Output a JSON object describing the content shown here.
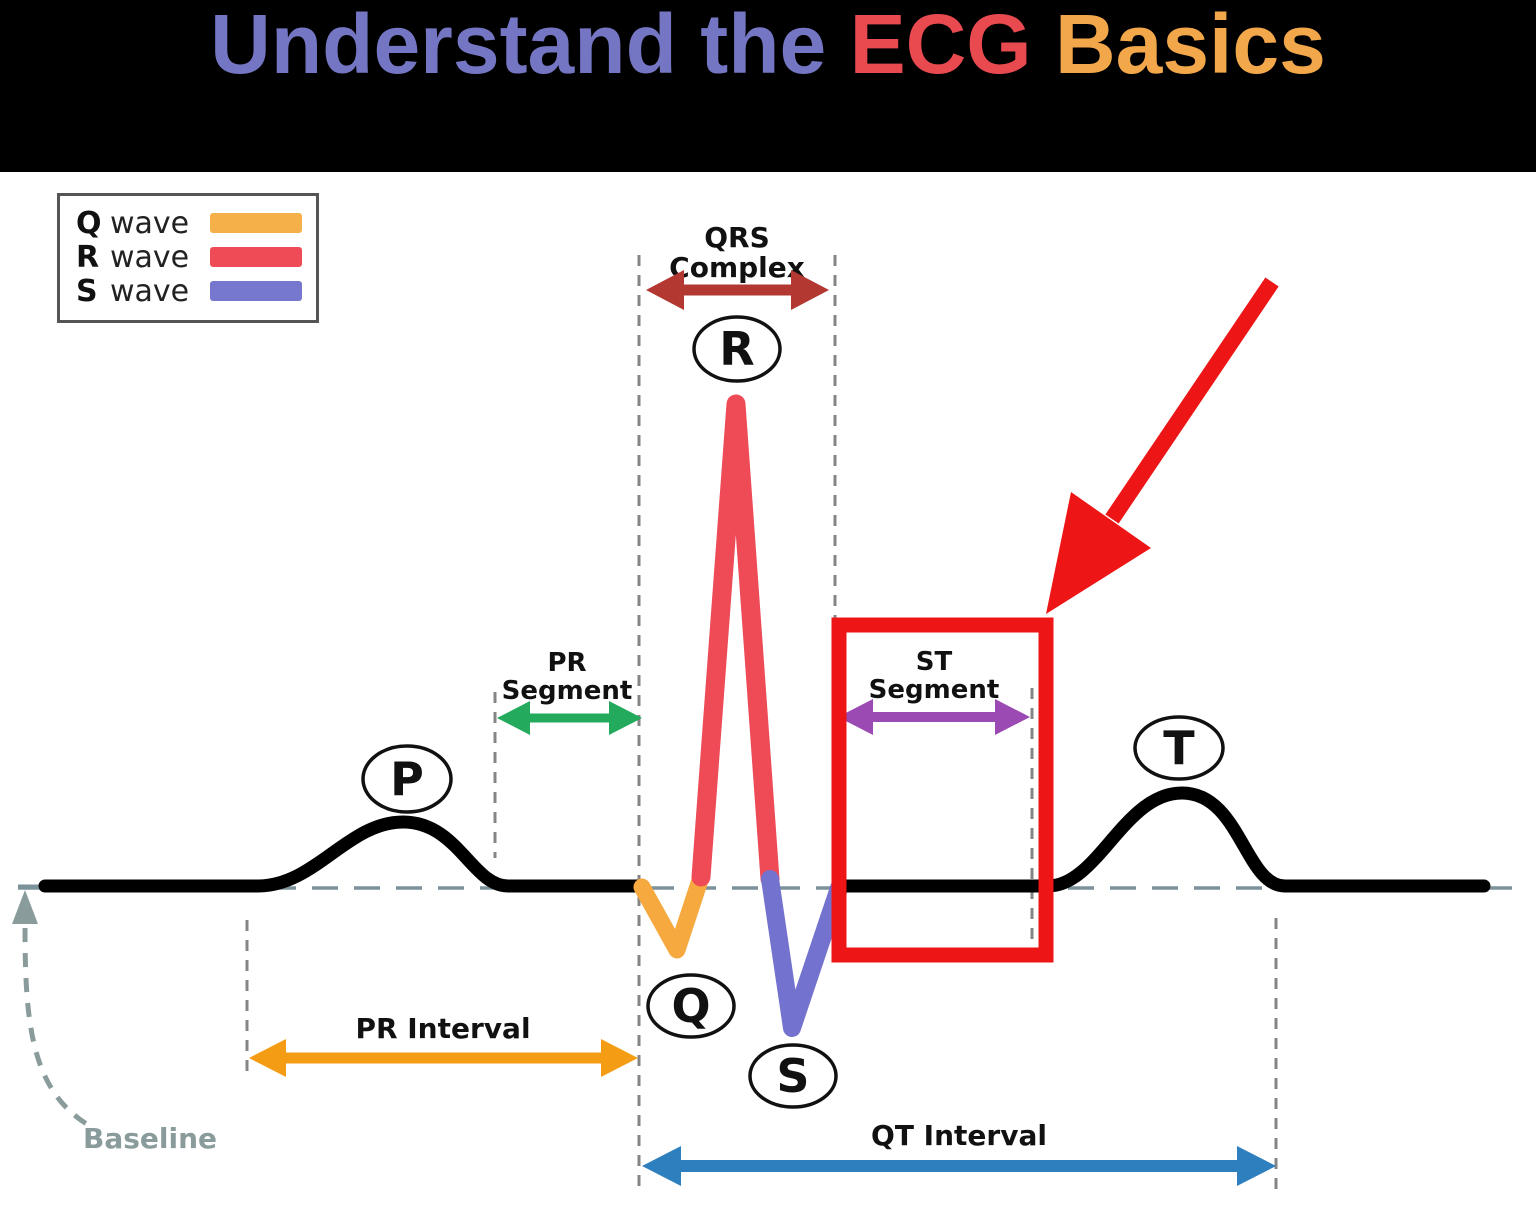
{
  "header": {
    "title_part1": "Understand the ",
    "title_part2": "ECG",
    "title_part3": " Basics",
    "background": "#000000",
    "title_colors": {
      "part1": "#7476c4",
      "part2": "#e84a50",
      "part3": "#f3a74b"
    }
  },
  "legend": {
    "items": [
      {
        "letter": "Q",
        "word": "wave",
        "color": "#f5b04a"
      },
      {
        "letter": "R",
        "word": "wave",
        "color": "#ee4b57"
      },
      {
        "letter": "S",
        "word": "wave",
        "color": "#7678d0"
      }
    ]
  },
  "diagram": {
    "labels": {
      "qrs_line1": "QRS",
      "qrs_line2": "Complex",
      "pr_segment_line1": "PR",
      "pr_segment_line2": "Segment",
      "st_segment_line1": "ST",
      "st_segment_line2": "Segment",
      "pr_interval": "PR Interval",
      "qt_interval": "QT Interval",
      "baseline": "Baseline",
      "p": "P",
      "q": "Q",
      "r": "R",
      "s": "S",
      "t": "T"
    },
    "colors": {
      "qrs_arrow": "#b23831",
      "pr_segment_arrow": "#23aa5d",
      "st_segment_arrow": "#9b4ab3",
      "pr_interval_arrow": "#f59c15",
      "qt_interval_arrow": "#2e7fbe",
      "highlight_red": "#ed1515",
      "q_wave": "#f6a93f",
      "r_wave": "#ee4b57",
      "s_wave": "#7472cf",
      "trace": "#000000",
      "baseline_gray": "#8a9b9b",
      "dashed_guide": "#858585",
      "baseline_dash": "#7b929b"
    }
  }
}
